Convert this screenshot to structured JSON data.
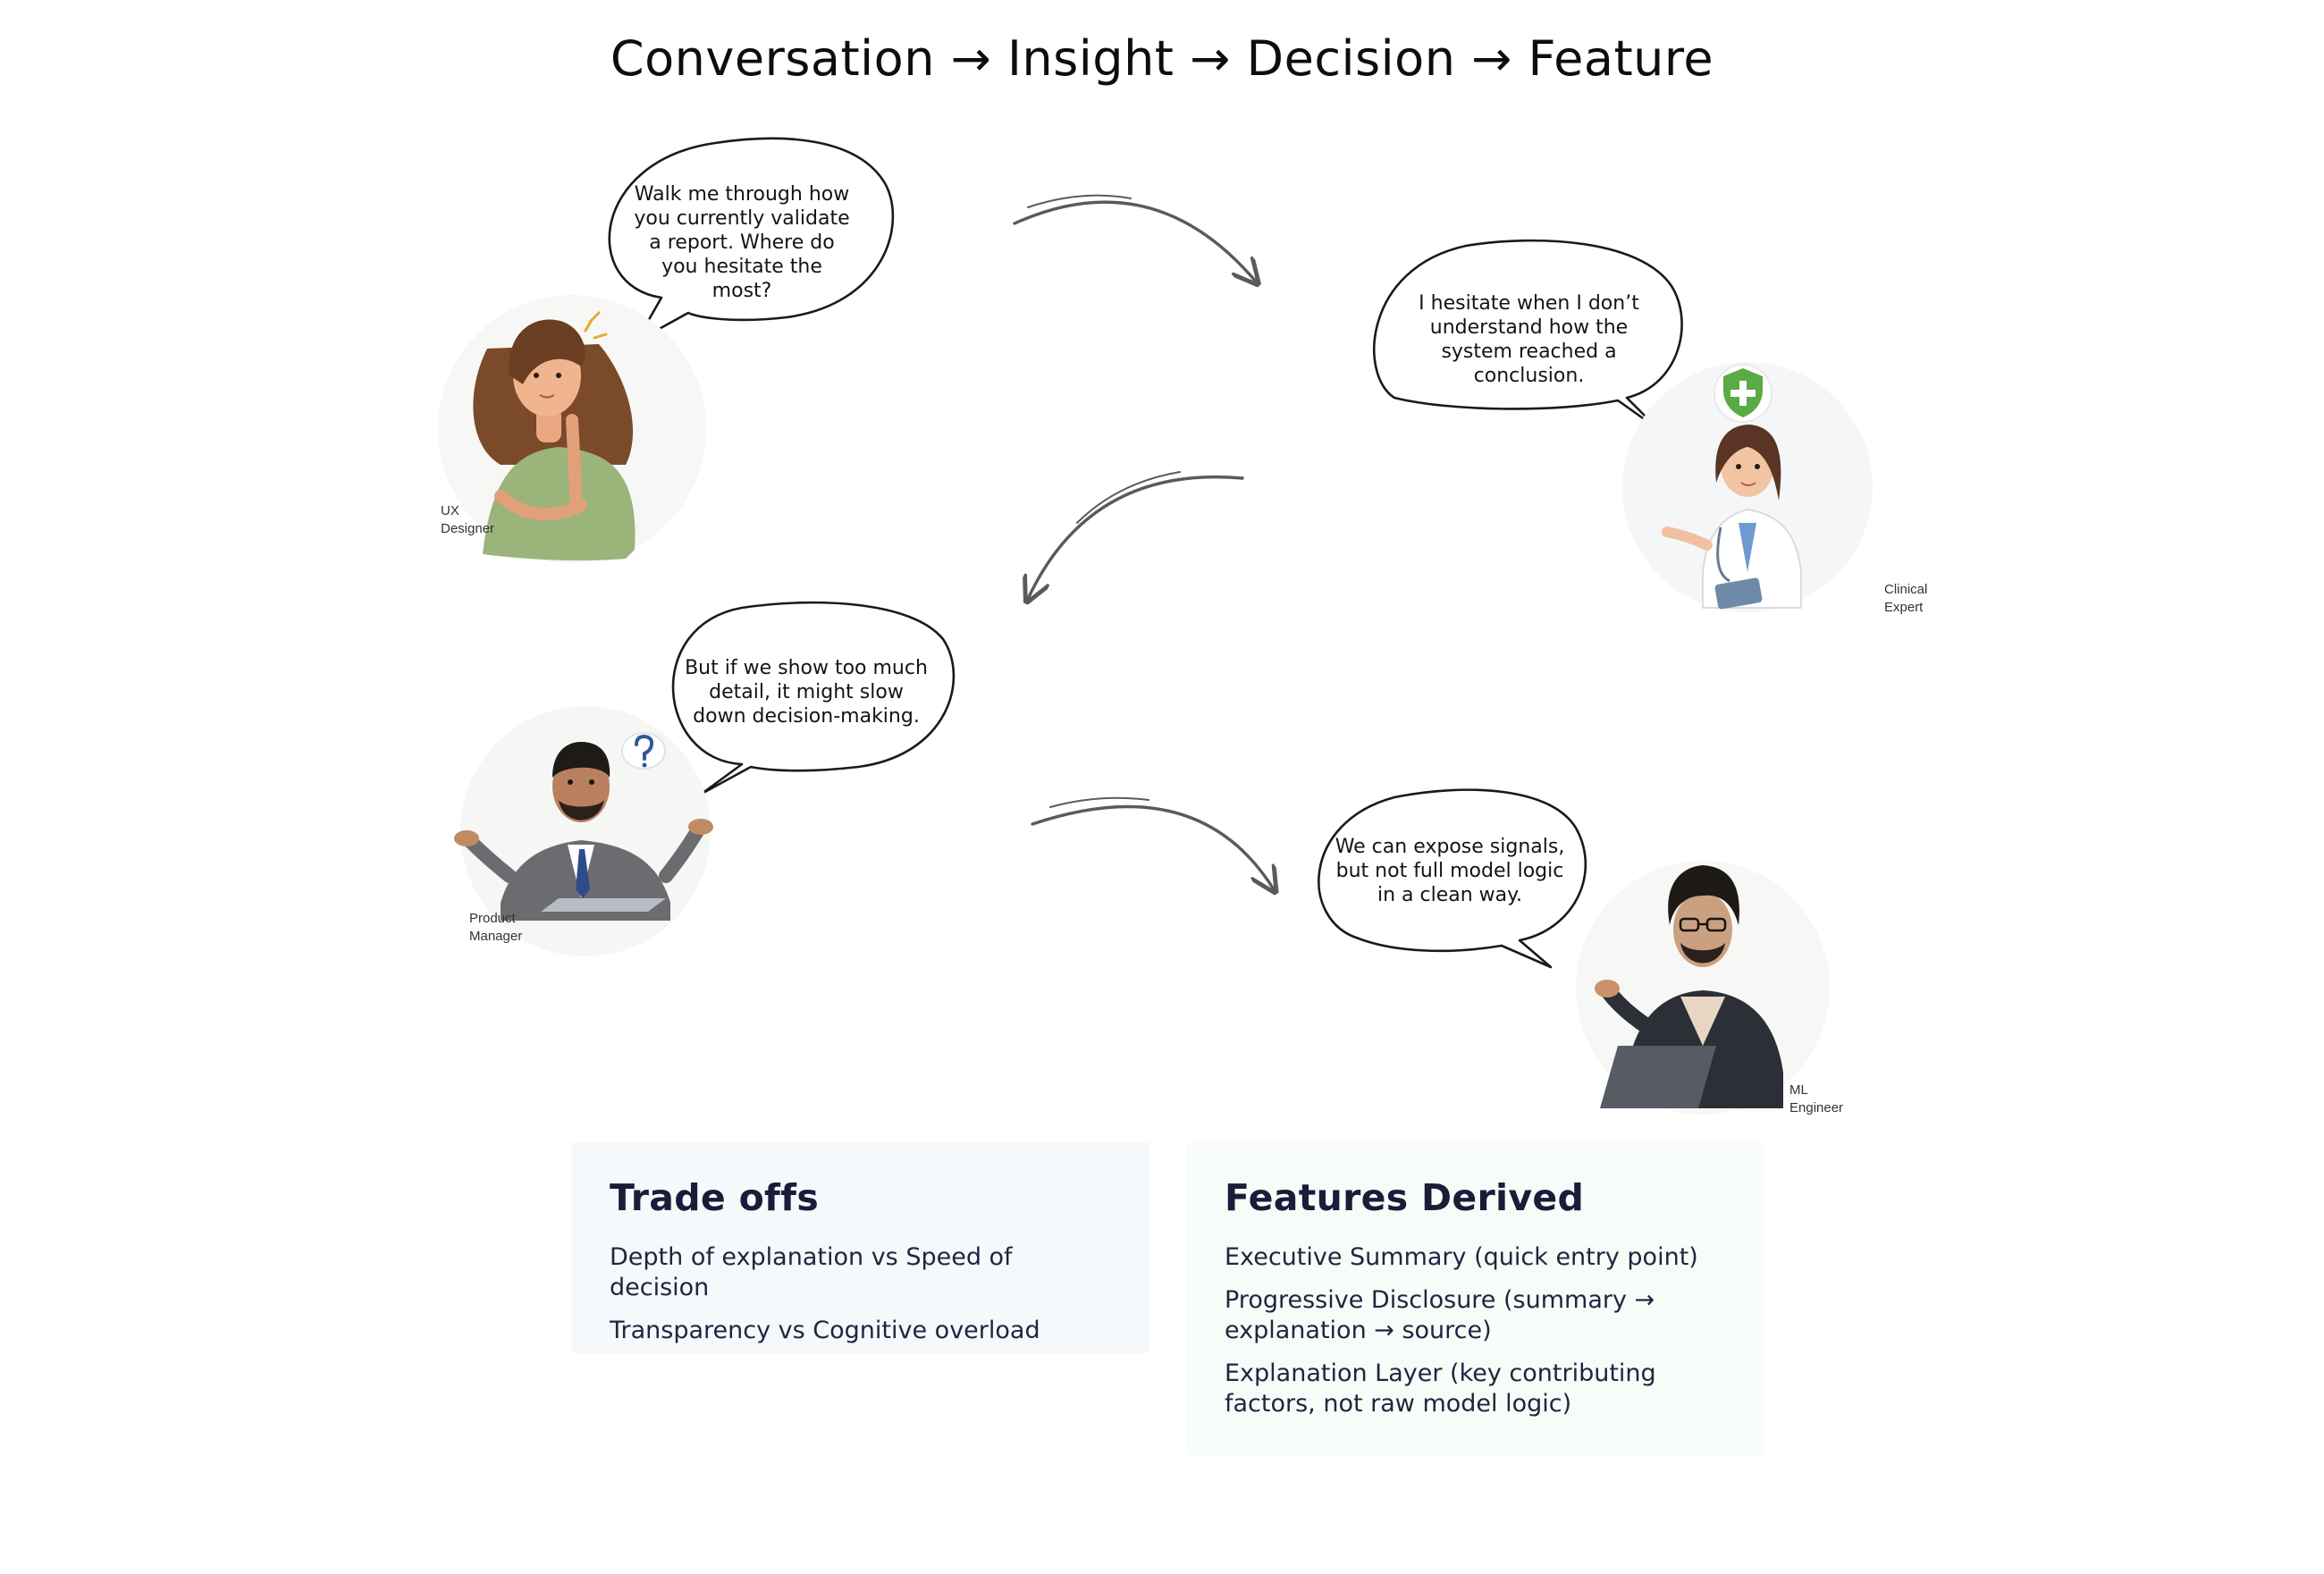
{
  "title": "Conversation → Insight → Decision → Feature",
  "personas": [
    {
      "role": "UX\nDesigner",
      "quote": "Walk me through how you currently validate a report. Where do you hesitate the most?"
    },
    {
      "role": "Clinical\nExpert",
      "quote": "I hesitate when I don’t understand how the system reached a conclusion."
    },
    {
      "role": "Product\nManager",
      "quote": "But if we show too much detail, it might slow down decision-making."
    },
    {
      "role": "ML\nEngineer",
      "quote": "We can expose signals, but not full model logic in a clean way."
    }
  ],
  "tradeoffs": {
    "heading": "Trade offs",
    "items": [
      "Depth of explanation vs Speed of decision",
      "Transparency vs Cognitive overload"
    ]
  },
  "features": {
    "heading": "Features Derived",
    "items": [
      "Executive Summary (quick entry point)",
      "Progressive Disclosure (summary → explanation → source)",
      "Explanation Layer (key contributing factors, not raw model logic)"
    ]
  },
  "colors": {
    "tradeoffs_bg": "#f5f9fc",
    "features_bg": "#f7fcf8",
    "heading": "#1d1b3a",
    "shield": "#5aaa45"
  }
}
